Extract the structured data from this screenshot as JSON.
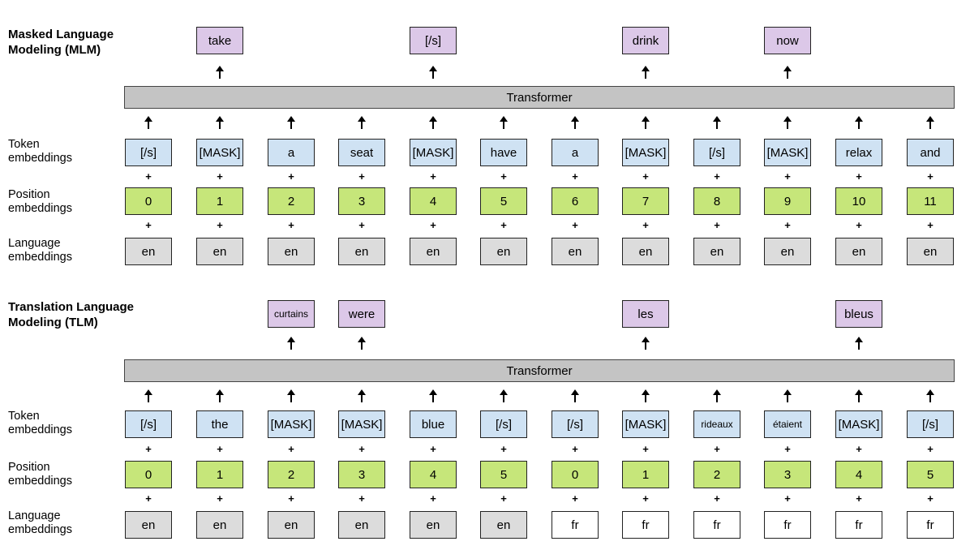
{
  "mlm": {
    "title_line1": "Masked Language",
    "title_line2": "Modeling (MLM)",
    "outputs": [
      {
        "col": 1,
        "text": "take"
      },
      {
        "col": 4,
        "text": "[/s]"
      },
      {
        "col": 7,
        "text": "drink"
      },
      {
        "col": 9,
        "text": "now"
      }
    ],
    "transformer": "Transformer",
    "tokens": [
      "[/s]",
      "[MASK]",
      "a",
      "seat",
      "[MASK]",
      "have",
      "a",
      "[MASK]",
      "[/s]",
      "[MASK]",
      "relax",
      "and"
    ],
    "positions": [
      "0",
      "1",
      "2",
      "3",
      "4",
      "5",
      "6",
      "7",
      "8",
      "9",
      "10",
      "11"
    ],
    "languages": [
      "en",
      "en",
      "en",
      "en",
      "en",
      "en",
      "en",
      "en",
      "en",
      "en",
      "en",
      "en"
    ]
  },
  "tlm": {
    "title_line1": "Translation Language",
    "title_line2": "Modeling (TLM)",
    "outputs": [
      {
        "col": 2,
        "text": "curtains"
      },
      {
        "col": 3,
        "text": "were"
      },
      {
        "col": 7,
        "text": "les"
      },
      {
        "col": 10,
        "text": "bleus"
      }
    ],
    "transformer": "Transformer",
    "tokens": [
      "[/s]",
      "the",
      "[MASK]",
      "[MASK]",
      "blue",
      "[/s]",
      "[/s]",
      "[MASK]",
      "rideaux",
      "étaient",
      "[MASK]",
      "[/s]"
    ],
    "positions": [
      "0",
      "1",
      "2",
      "3",
      "4",
      "5",
      "0",
      "1",
      "2",
      "3",
      "4",
      "5"
    ],
    "languages": [
      "en",
      "en",
      "en",
      "en",
      "en",
      "en",
      "fr",
      "fr",
      "fr",
      "fr",
      "fr",
      "fr"
    ]
  },
  "row_labels": {
    "token_1": "Token",
    "token_2": "embeddings",
    "position_1": "Position",
    "position_2": "embeddings",
    "language_1": "Language",
    "language_2": "embeddings"
  },
  "colors": {
    "token": "#cfe2f3",
    "position": "#c6e67a",
    "language_en": "#dcdcdc",
    "language_fr": "#ffffff",
    "output": "#dcc8e8",
    "transformer": "#c4c4c4"
  }
}
